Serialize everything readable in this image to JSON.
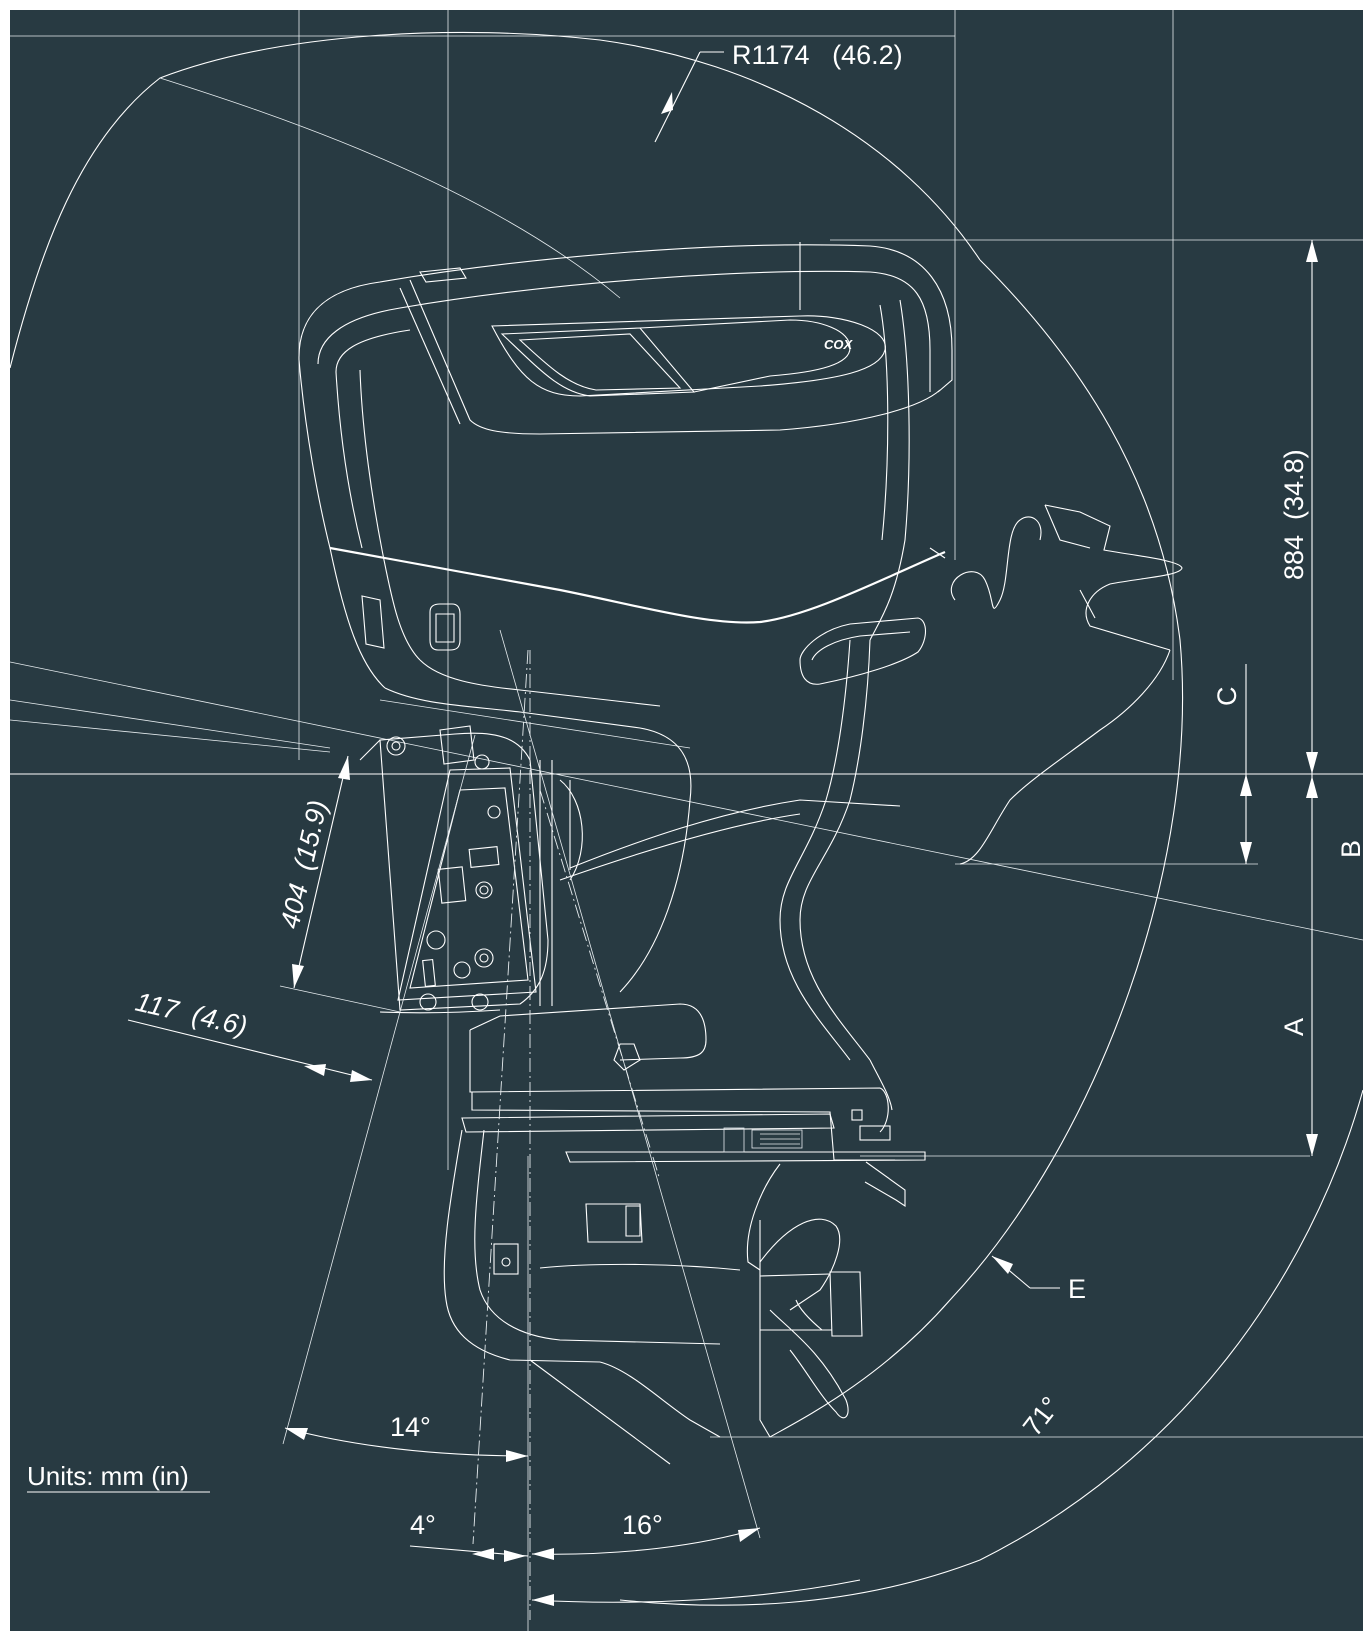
{
  "drawing": {
    "background_color": "#283a42",
    "line_color": "#ffffff",
    "brand_mark": "COX",
    "radius_label": "R1174   (46.2)",
    "height_label": "884  (34.8)",
    "transom_label": "404  (15.9)",
    "offset_label": "117  (4.6)",
    "dim_a": "A",
    "dim_b": "B",
    "dim_c": "C",
    "dim_e": "E",
    "angle_14": "14°",
    "angle_4": "4°",
    "angle_16": "16°",
    "angle_71": "71°",
    "units_label": "Units: mm (in)"
  }
}
